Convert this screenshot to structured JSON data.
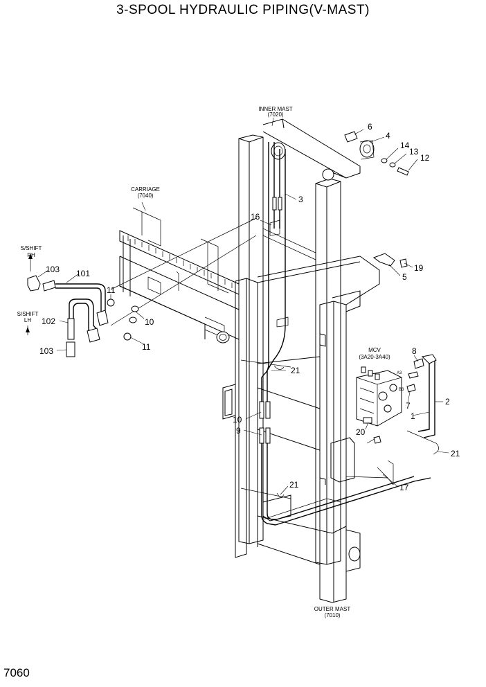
{
  "title": "3-SPOOL HYDRAULIC PIPING(V-MAST)",
  "page_number": "7060",
  "assemblies": {
    "inner_mast": [
      "INNER MAST",
      "(7020)"
    ],
    "carriage": [
      "CARRIAGE",
      "(7040)"
    ],
    "outer_mast": [
      "OUTER MAST",
      "(7010)"
    ],
    "mcv": [
      "MCV",
      "(3A20-3A40)"
    ],
    "sshift_rh": [
      "S/SHIFT",
      "RH"
    ],
    "sshift_lh": [
      "S/SHIFT",
      "LH"
    ]
  },
  "port_labels": {
    "a3": "A3",
    "b3": "B3"
  },
  "parts": {
    "p1": "1",
    "p2": "2",
    "p3": "3",
    "p4": "4",
    "p5": "5",
    "p6": "6",
    "p7": "7",
    "p8": "8",
    "p9": "9",
    "p10a": "10",
    "p10b": "10",
    "p11a": "11",
    "p11b": "11",
    "p12": "12",
    "p13": "13",
    "p14": "14",
    "p16": "16",
    "p17": "17",
    "p19": "19",
    "p20": "20",
    "p21a": "21",
    "p21b": "21",
    "p21c": "21",
    "p101": "101",
    "p102": "102",
    "p103a": "103",
    "p103b": "103"
  }
}
